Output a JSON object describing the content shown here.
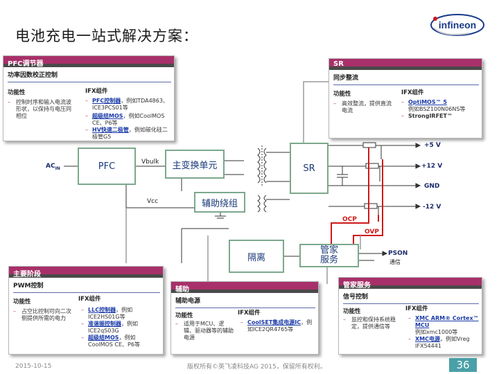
{
  "title": "电池充电一站式解决方案：",
  "logo_text": "infineon",
  "blocks": {
    "pfc": "PFC",
    "main_transformer": "主变换单元",
    "aux_winding": "辅助绕组",
    "sr": "SR",
    "isolation": "隔离",
    "housekeeping_line1": "管家",
    "housekeeping_line2": "服务"
  },
  "signals": {
    "ac_in_main": "AC",
    "ac_in_sub": "IN",
    "vbulk": "Vbulk",
    "vcc": "Vcc",
    "out_5v": "+5 V",
    "out_12v": "+12 V",
    "gnd": "GND",
    "out_neg12v": "-12 V",
    "ocp": "OCP",
    "ovp": "OVP",
    "pson": "PSON",
    "comm": "通信"
  },
  "panels": {
    "pfc": {
      "header": "PFC调节器",
      "subtitle": "功率因数校正控制",
      "func_label": "功能性",
      "ifx_label": "IFX组件",
      "func_text": "控制时序和输入电流波形状，以保持与电压同相位",
      "ifx_items": [
        {
          "link": "PFC控制器",
          "rest": "，例如TDA4863、ICE3PCS01等"
        },
        {
          "link": "超级结MOS",
          "rest": "，例如CoolMOS CE、P6等"
        },
        {
          "link": "HV快速二极管",
          "rest": "，例如碳化硅二极管G5"
        }
      ]
    },
    "sr": {
      "header": "SR",
      "subtitle": "同步整流",
      "func_label": "功能性",
      "ifx_label": "IFX组件",
      "func_text": "高效整流，提供直流电流",
      "ifx_items": [
        {
          "link": "OptiMOS™ 5",
          "rest": "例如BSZ100N06NS等"
        },
        {
          "link": "",
          "rest": "StrongIRFET™"
        }
      ]
    },
    "main": {
      "header": "主要阶段",
      "subtitle": "PWM控制",
      "func_label": "功能性",
      "ifx_label": "IFX组件",
      "func_text": "占空比控制可向二次侧提供所需的电力",
      "ifx_items": [
        {
          "link": "LLC控制器",
          "rest": "，例如ICE2HS01G等"
        },
        {
          "link": "准谐振控制器",
          "rest": "，例如ICE2qS03G"
        },
        {
          "link": "超级结MOS",
          "rest": "，例如CoolMOS CE、P6等"
        }
      ]
    },
    "aux": {
      "header": "辅助",
      "subtitle": "辅助电源",
      "func_label": "功能性",
      "ifx_label": "IFX组件",
      "func_text": "适用于MCU、逻辑、驱动器等的辅助电源",
      "ifx_items": [
        {
          "link": "CoolSET集成电源IC",
          "rest": "，例如ICE2QR4765等"
        }
      ]
    },
    "hk": {
      "header": "管家服务",
      "subtitle": "信号控制",
      "func_label": "功能性",
      "ifx_label": "IFX组件",
      "func_text": "监控和保持系统稳定，提供通信等",
      "ifx_items": [
        {
          "link": "XMC ARM® Cortex™ MCU",
          "rest": "例如xmc1000等"
        },
        {
          "link": "XMC电源",
          "rest": "，例如Vreg IFX54441"
        }
      ]
    }
  },
  "footer": {
    "date": "2015-10-15",
    "copyright": "版权所有©英飞凌科技AG 2015，保留所有权利。",
    "page": "36"
  },
  "colors": {
    "panel_header": "#a8306a",
    "block_border": "#7ba88c",
    "feedback": "#d01818",
    "page_badge": "#4aa0a8"
  }
}
